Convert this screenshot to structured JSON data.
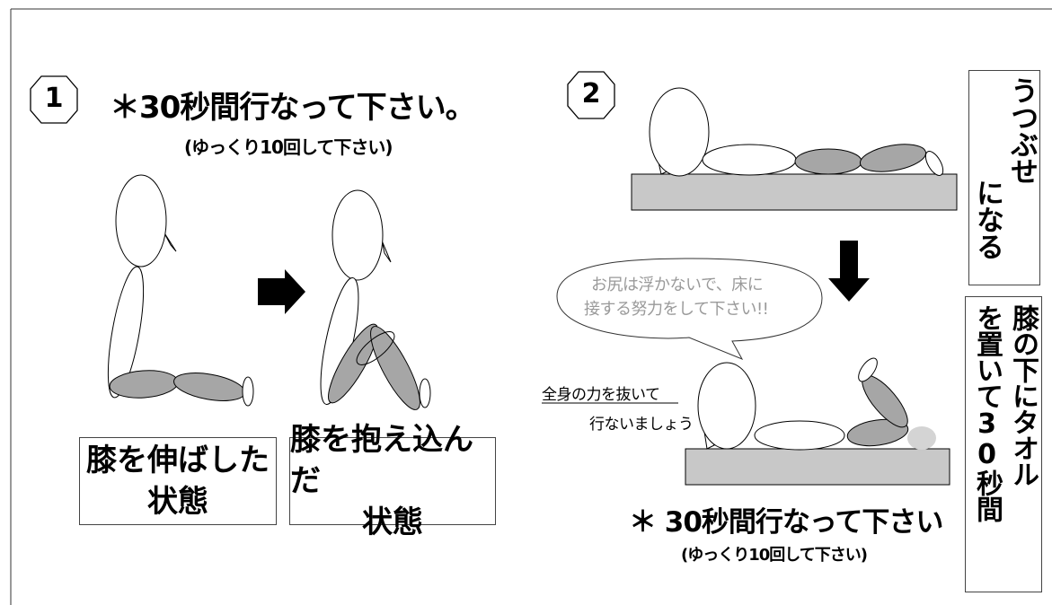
{
  "step1": {
    "number": "1",
    "title": "＊30秒間行なって下さい。",
    "subtitle": "(ゆっくり10回して下さい)",
    "labels": {
      "extended_line1": "膝を伸ばした",
      "extended_line2": "状態",
      "hugged_line1": "膝を抱え込んだ",
      "hugged_line2": "状態"
    }
  },
  "step2": {
    "number": "2",
    "vertical_label_prone": [
      "うつぶせ",
      "になる"
    ],
    "speech_bubble": {
      "line1": "お尻は浮かないで、床に",
      "line2": "接する努力をして下さい!!"
    },
    "relax_note": {
      "line1": "全身の力を抜いて",
      "line2": "行ないましょう"
    },
    "vertical_label_towel": [
      "膝の下にタオル",
      "を置いて30秒間"
    ],
    "title": "＊ 30秒間行なって下さい",
    "subtitle": "(ゆっくり10回して下さい)"
  },
  "colors": {
    "limb_gray": "#a6a6a6",
    "mat_gray": "#c8c8c8",
    "towel_gray": "#d4d4d4",
    "bubble_text": "#9a9a9a"
  }
}
